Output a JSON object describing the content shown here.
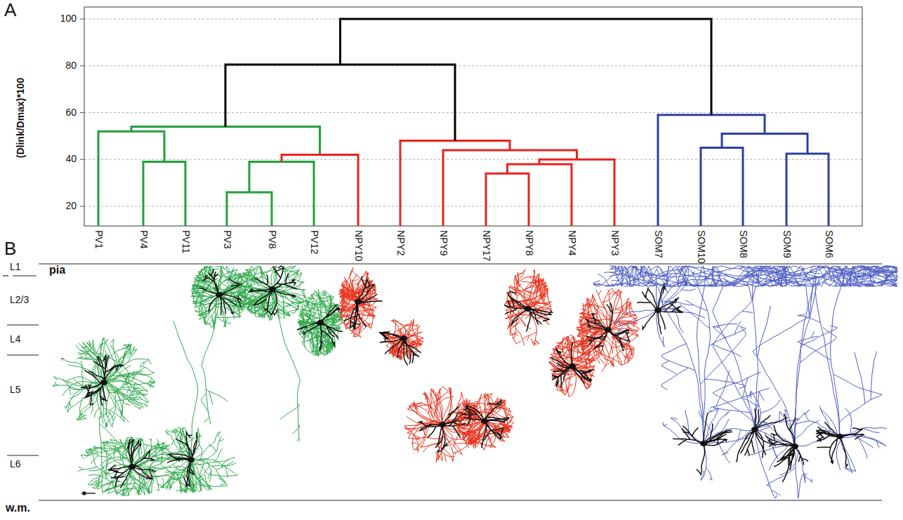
{
  "diagram": {
    "labels": [
      "A",
      "100",
      "80",
      "60",
      "40",
      "20",
      "(Dlink/Dmax)*100",
      "PV1",
      "PV4",
      "PV11",
      "PV3",
      "PV8",
      "PV12",
      "NPY10",
      "NPY2",
      "NPY9",
      "NPY17",
      "NPY8",
      "NPY4",
      "NPY3",
      "SOM7",
      "SOM10",
      "SOM8",
      "SOM9",
      "SOM6",
      "B",
      "L1",
      "L2/3",
      "L4",
      "L5",
      "L6",
      "pia",
      "w.m."
    ]
  }
}
